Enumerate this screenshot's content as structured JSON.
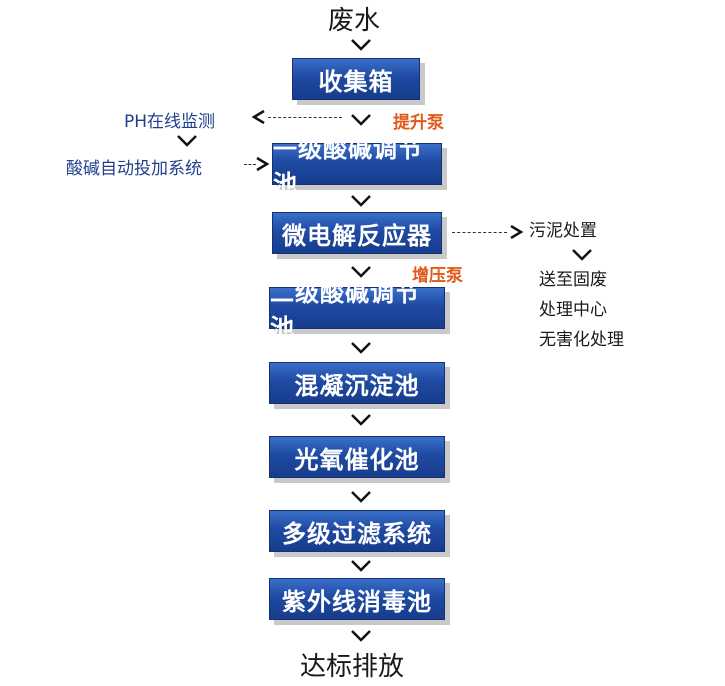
{
  "flow": {
    "input_label": "废水",
    "output_label": "达标排放",
    "steps": [
      "收集箱",
      "一级酸碱调节池",
      "微电解反应器",
      "二级酸碱调节池",
      "混凝沉淀池",
      "光氧催化池",
      "多级过滤系统",
      "紫外线消毒池"
    ]
  },
  "pumps": {
    "lift": "提升泵",
    "booster": "增压泵"
  },
  "annotations": {
    "ph_monitor": "PH在线监测",
    "dosing": "酸碱自动投加系统",
    "sludge": "污泥处置",
    "sludge_steps": [
      "送至固废",
      "处理中心",
      "无害化处理"
    ]
  },
  "colors": {
    "box": "#1f4aa3",
    "pump_text": "#e05a1b",
    "note_text": "#1f3f8f"
  }
}
